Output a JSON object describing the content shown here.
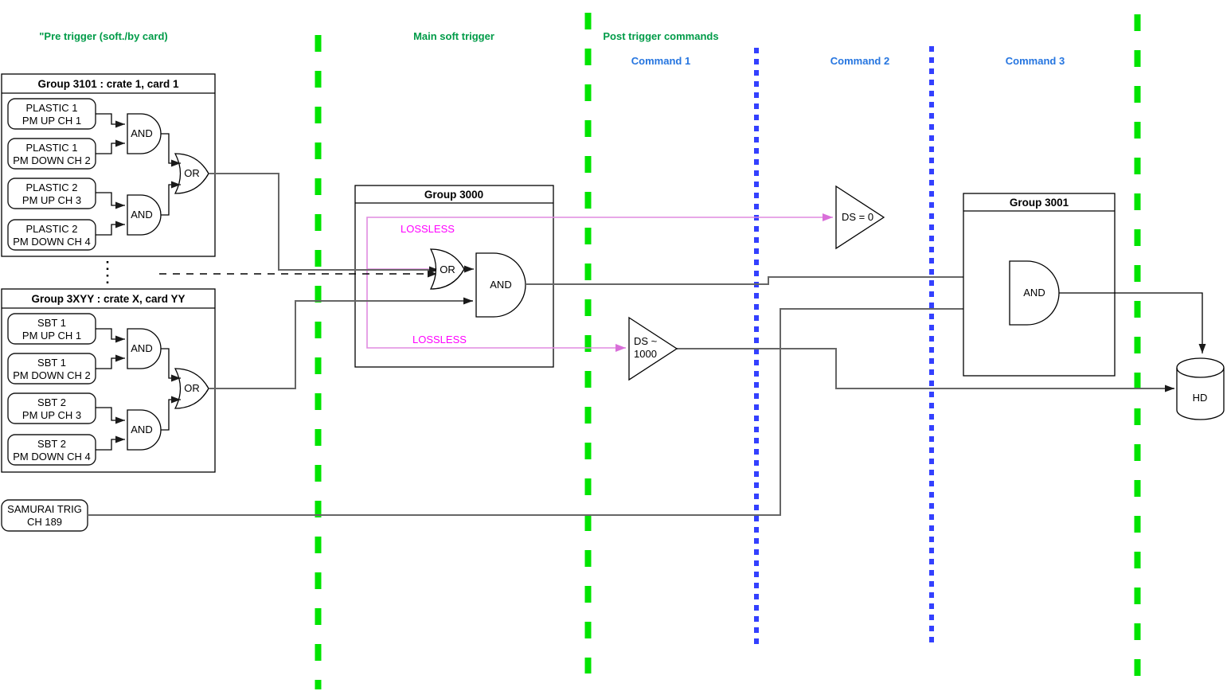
{
  "diagram": {
    "lanes": {
      "pre_trigger": "\"Pre trigger (soft./by card)",
      "main_soft_trigger": "Main soft trigger",
      "post_trigger_commands": "Post trigger commands",
      "command_1": "Command 1",
      "command_2": "Command 2",
      "command_3": "Command 3"
    },
    "gates": {
      "and": "AND",
      "or": "OR"
    },
    "group_3101": {
      "title": "Group 3101 : crate 1, card 1",
      "inputs": [
        {
          "line1": "PLASTIC 1",
          "line2": "PM UP CH 1"
        },
        {
          "line1": "PLASTIC 1",
          "line2": "PM DOWN CH 2"
        },
        {
          "line1": "PLASTIC 2",
          "line2": "PM UP CH 3"
        },
        {
          "line1": "PLASTIC 2",
          "line2": "PM DOWN CH 4"
        }
      ]
    },
    "group_3xyy": {
      "title": "Group 3XYY : crate X, card YY",
      "inputs": [
        {
          "line1": "SBT 1",
          "line2": "PM UP CH 1"
        },
        {
          "line1": "SBT 1",
          "line2": "PM DOWN CH 2"
        },
        {
          "line1": "SBT 2",
          "line2": "PM UP CH 3"
        },
        {
          "line1": "SBT 2",
          "line2": "PM DOWN CH 4"
        }
      ]
    },
    "group_3000": {
      "title": "Group 3000",
      "lossless_top": "LOSSLESS",
      "lossless_bottom": "LOSSLESS"
    },
    "group_3001": {
      "title": "Group 3001"
    },
    "samurai": {
      "line1": "SAMURAI TRIG",
      "line2": "CH 189"
    },
    "buffer_ds0": {
      "label": "DS = 0"
    },
    "buffer_ds1000": {
      "line1": "DS ~",
      "line2": "1000"
    },
    "storage_hd": {
      "label": "HD"
    },
    "colors": {
      "lane_title_green": "#009B48",
      "command_blue": "#2575E0",
      "separator_green": "#00E400",
      "separator_blue": "#3340FF",
      "lossless_magenta": "#FF00FF",
      "lossless_wire": "#E08BE0",
      "wire_gray": "#666666",
      "line_black": "#000000"
    }
  }
}
